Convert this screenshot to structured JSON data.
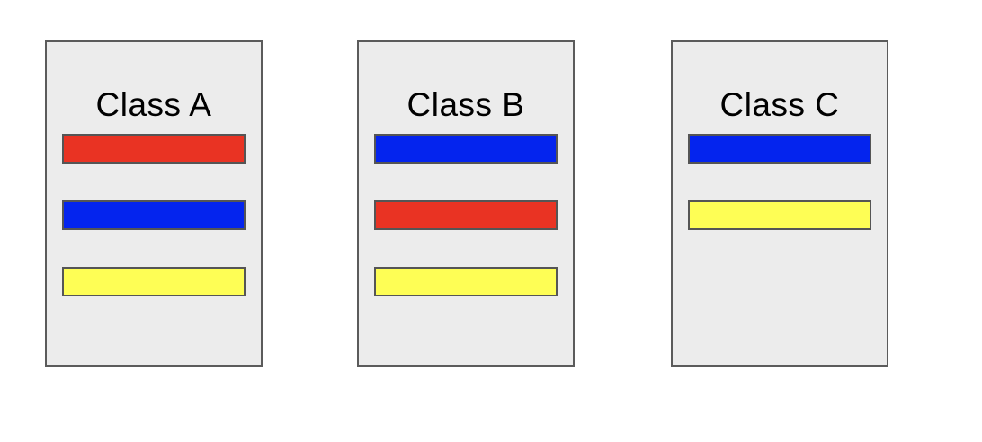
{
  "palette": {
    "red": "#E93323",
    "blue": "#0424EE",
    "yellow": "#FEFE55",
    "bar_border": "#555555",
    "box_fill": "#ECECEC",
    "box_border": "#5B5B5B",
    "title_color": "#000000",
    "page_background": "#FFFFFF"
  },
  "classes": [
    {
      "title": "Class A",
      "bars": [
        "red",
        "blue",
        "yellow"
      ]
    },
    {
      "title": "Class B",
      "bars": [
        "blue",
        "red",
        "yellow"
      ]
    },
    {
      "title": "Class C",
      "bars": [
        "blue",
        "yellow"
      ]
    }
  ]
}
